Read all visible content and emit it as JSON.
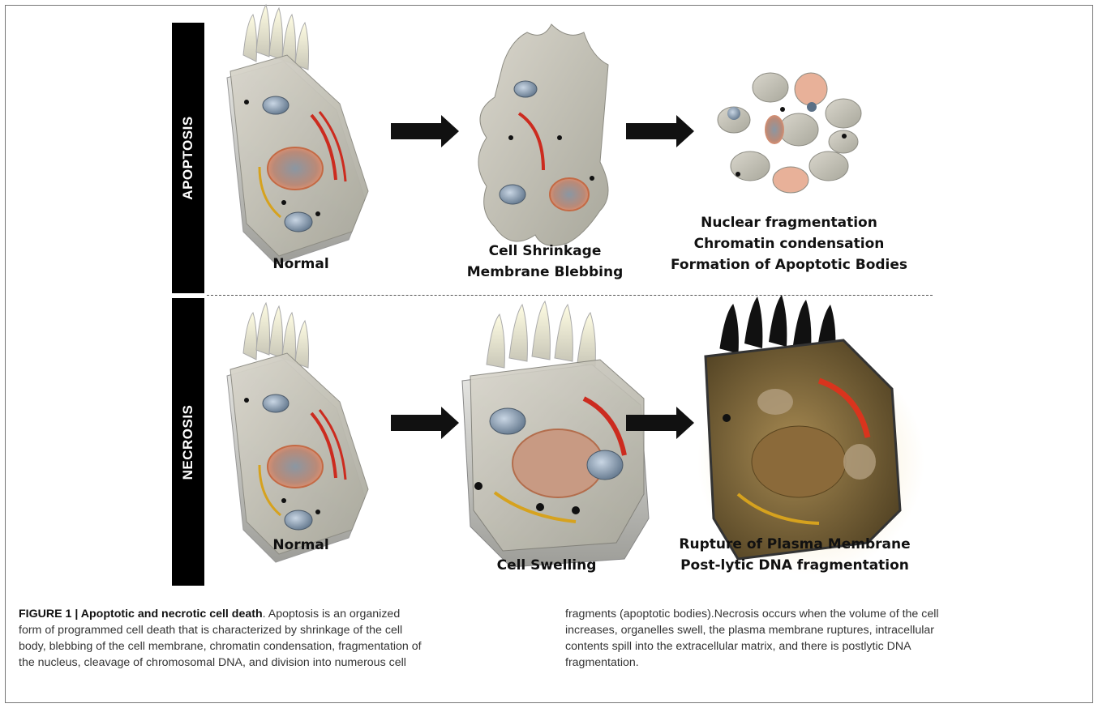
{
  "rows": {
    "apoptosis": {
      "label": "APOPTOSIS",
      "stages": [
        "Normal",
        "Cell Shrinkage\nMembrane Blebbing",
        "Nuclear fragmentation\nChromatin condensation\nFormation of Apoptotic Bodies"
      ]
    },
    "necrosis": {
      "label": "NECROSIS",
      "stages": [
        "Normal",
        "Cell Swelling",
        "Rupture of Plasma Membrane\nPost-lytic DNA fragmentation"
      ]
    }
  },
  "caption": {
    "figure_number": "FIGURE 1 | Apoptotic and necrotic cell death",
    "left_lines": [
      ". Apoptosis is an organized",
      "form of programmed cell death that is characterized by shrinkage of the cell",
      "body, blebbing of the cell membrane, chromatin condensation, fragmentation of",
      "the nucleus, cleavage of chromosomal DNA, and division into numerous cell"
    ],
    "right_lines": [
      "fragments (apoptotic bodies).Necrosis occurs when the volume of the cell",
      "increases, organelles swell, the plasma membrane ruptures, intracellular",
      "contents spill into the extracellular matrix, and there is postlytic DNA",
      "fragmentation."
    ]
  }
}
